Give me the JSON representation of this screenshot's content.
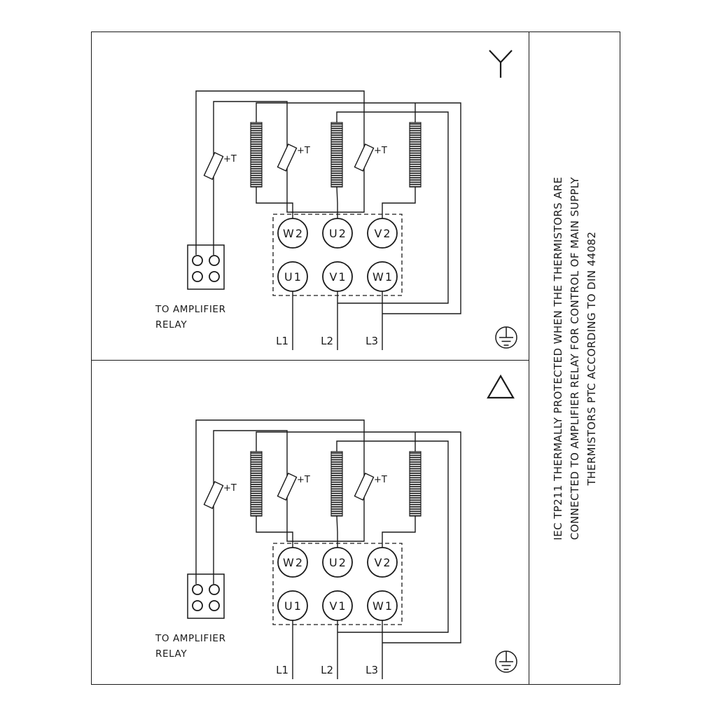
{
  "colors": {
    "ink": "#1a1a1a",
    "background": "#ffffff"
  },
  "sidebar_note": {
    "lines": [
      "IEC TP211 THERMALLY PROTECTED WHEN THE THERMISTORS ARE",
      "CONNECTED TO AMPLIFIER RELAY FOR CONTROL OF MAIN SUPPLY",
      "THERMISTORS PTC ACCORDING TO DIN 44082"
    ]
  },
  "panel_star": {
    "connection": "star",
    "relay_label_line1": "TO AMPLIFIER",
    "relay_label_line2": "RELAY",
    "thermistors": [
      "+T",
      "+T",
      "+T"
    ],
    "terminals_top": [
      "W2",
      "U2",
      "V2"
    ],
    "terminals_bottom": [
      "U1",
      "V1",
      "W1"
    ],
    "supply": [
      "L1",
      "L2",
      "L3"
    ]
  },
  "panel_delta": {
    "connection": "delta",
    "relay_label_line1": "TO AMPLIFIER",
    "relay_label_line2": "RELAY",
    "thermistors": [
      "+T",
      "+T",
      "+T"
    ],
    "terminals_top": [
      "W2",
      "U2",
      "V2"
    ],
    "terminals_bottom": [
      "U1",
      "V1",
      "W1"
    ],
    "supply": [
      "L1",
      "L2",
      "L3"
    ]
  }
}
